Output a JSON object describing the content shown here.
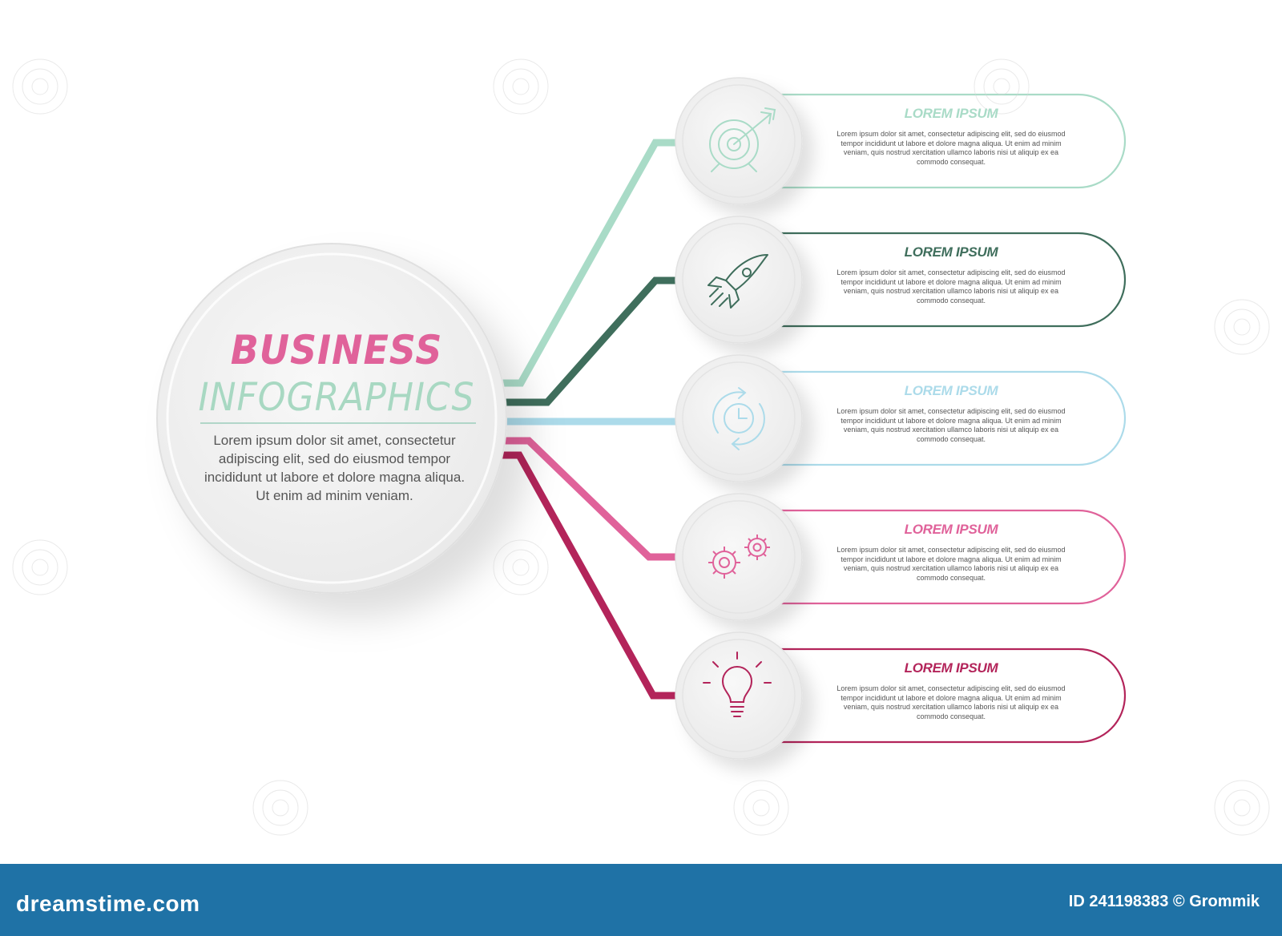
{
  "center": {
    "title_line1": "BUSINESS",
    "title_line2": "INFOGRAPHICS",
    "description": "Lorem ipsum dolor sit amet, consectetur adipiscing elit,  sed do eiusmod tempor incididunt ut labore et dolore magna aliqua. Ut enim ad minim veniam.",
    "title1_color": "#e0629a",
    "title2_color": "#a8d8c2"
  },
  "items": [
    {
      "title_a": "LOREM",
      "title_b": "IPSUM",
      "icon": "target-icon",
      "color": "#a9dbc7",
      "text": "Lorem ipsum dolor sit amet, consectetur adipiscing elit, sed do eiusmod tempor incididunt ut labore et dolore magna aliqua. Ut enim ad minim veniam, quis nostrud xercitation ullamco laboris nisi ut aliquip ex ea commodo consequat."
    },
    {
      "title_a": "LOREM",
      "title_b": "IPSUM",
      "icon": "rocket-icon",
      "color": "#3f6e5c",
      "text": "Lorem ipsum dolor sit amet, consectetur adipiscing elit, sed do eiusmod tempor incididunt ut labore et dolore magna aliqua. Ut enim ad minim veniam, quis nostrud xercitation ullamco laboris nisi ut aliquip ex ea commodo consequat."
    },
    {
      "title_a": "LOREM",
      "title_b": "IPSUM",
      "icon": "clock-refresh-icon",
      "color": "#acdbea",
      "text": "Lorem ipsum dolor sit amet, consectetur adipiscing elit, sed do eiusmod tempor incididunt ut labore et dolore magna aliqua. Ut enim ad minim veniam, quis nostrud xercitation ullamco laboris nisi ut aliquip ex ea commodo consequat."
    },
    {
      "title_a": "LOREM",
      "title_b": "IPSUM",
      "icon": "gears-icon",
      "color": "#e0629a",
      "text": "Lorem ipsum dolor sit amet, consectetur adipiscing elit, sed do eiusmod tempor incididunt ut labore et dolore magna aliqua. Ut enim ad minim veniam, quis nostrud xercitation ullamco laboris nisi ut aliquip ex ea commodo consequat."
    },
    {
      "title_a": "LOREM",
      "title_b": "IPSUM",
      "icon": "lightbulb-icon",
      "color": "#b3245a",
      "text": "Lorem ipsum dolor sit amet, consectetur adipiscing elit, sed do eiusmod tempor incididunt ut labore et dolore magna aliqua. Ut enim ad minim veniam, quis nostrud xercitation ullamco laboris nisi ut aliquip ex ea commodo consequat."
    }
  ],
  "footer": {
    "logo": "dreamstime.com",
    "id_text": "ID 241198383 © Grommik",
    "background": "#1f72a6"
  }
}
